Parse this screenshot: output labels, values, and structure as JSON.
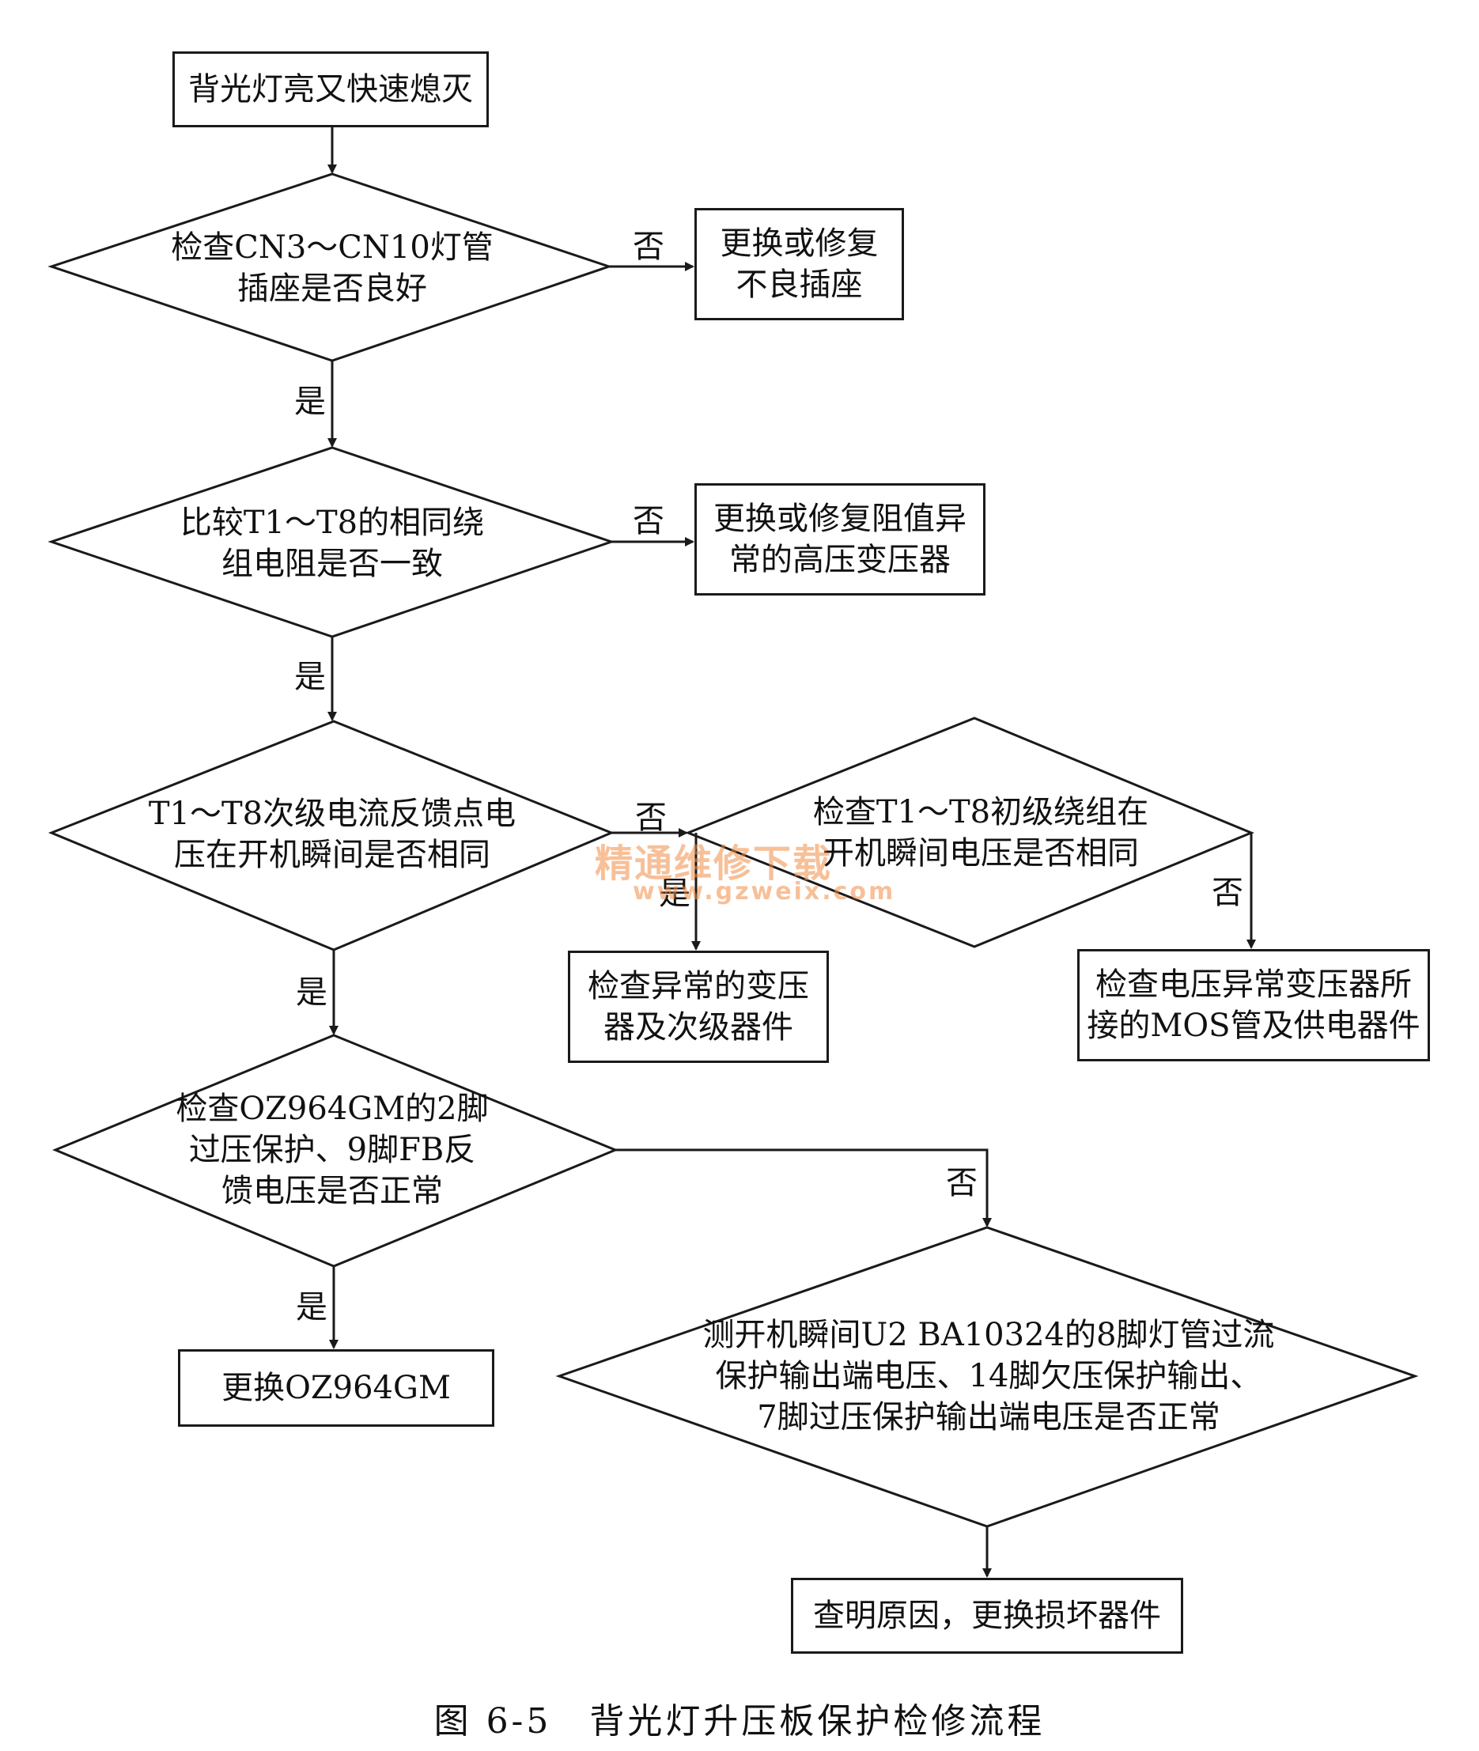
{
  "nodes": {
    "start": "背光灯亮又快速熄灭",
    "d1": "检查CN3～CN10灯管\n插座是否良好",
    "r1": "更换或修复\n不良插座",
    "d2": "比较T1～T8的相同绕\n组电阻是否一致",
    "r2": "更换或修复阻值异\n常的高压变压器",
    "d3": "T1～T8次级电流反馈点电\n压在开机瞬间是否相同",
    "d4": "检查T1～T8初级绕组在\n开机瞬间电压是否相同",
    "r3": "检查异常的变压\n器及次级器件",
    "r4": "检查电压异常变压器所\n接的MOS管及供电器件",
    "d5": "检查OZ964GM的2脚\n过压保护、9脚FB反\n馈电压是否正常",
    "r5": "更换OZ964GM",
    "d6": "测开机瞬间U2 BA10324的8脚灯管过流\n保护输出端电压、14脚欠压保护输出、\n7脚过压保护输出端电压是否正常",
    "r6": "查明原因，更换损坏器件"
  },
  "labels": {
    "no": "否",
    "yes": "是"
  },
  "watermark": {
    "line1": "精通维修下载",
    "line2": "www.gzweix.com"
  },
  "caption": "图 6-5　背光灯升压板保护检修流程",
  "colors": {
    "stroke": "#1a1a1a",
    "watermark": "#f08c46"
  }
}
